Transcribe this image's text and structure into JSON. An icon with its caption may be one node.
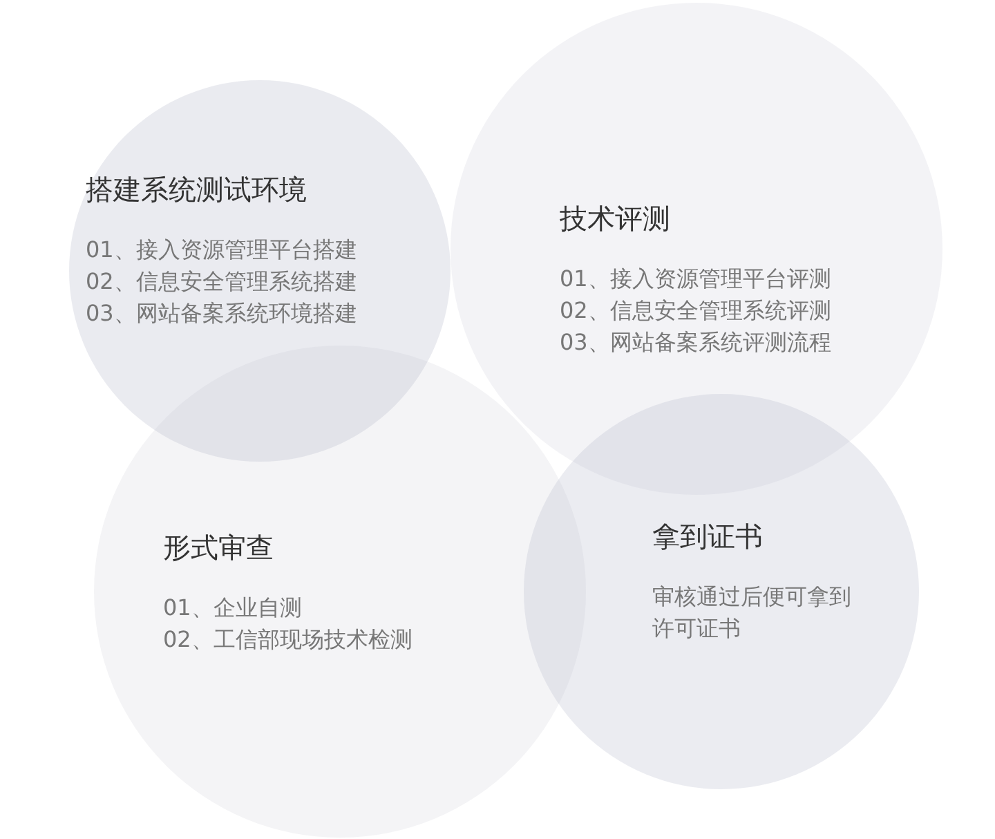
{
  "diagram": {
    "nodes": [
      {
        "text": [
          "搭建系统测试环境",
          "01、接入资源管理平台搭建",
          "02、信息安全管理系统搭建",
          "03、网站备案系统环境搭建"
        ]
      },
      {
        "text": [
          "技术评测",
          "01、接入资源管理平台评测",
          "02、信息安全管理系统评测",
          "03、网站备案系统评测流程"
        ]
      },
      {
        "text": [
          "形式审查",
          "01、企业自测",
          "02、工信部现场技术检测"
        ]
      },
      {
        "text": [
          "拿到证书",
          "审核通过后便可拿到许可证书"
        ]
      }
    ]
  }
}
